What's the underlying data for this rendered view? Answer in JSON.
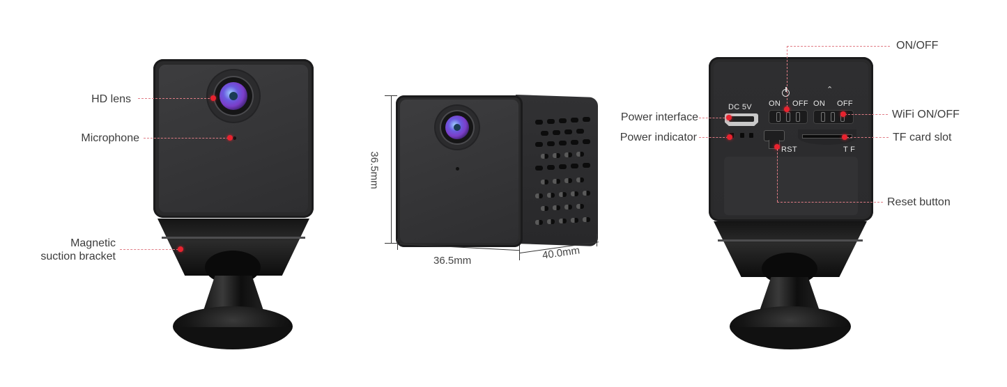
{
  "figure": {
    "type": "product-annotation-diagram",
    "subject": "mini cube WiFi camera with magnetic bracket"
  },
  "front_view": {
    "callouts": [
      {
        "id": "hd-lens",
        "label": "HD lens"
      },
      {
        "id": "microphone",
        "label": "Microphone"
      },
      {
        "id": "magnetic-bracket",
        "label_line1": "Magnetic",
        "label_line2": "suction bracket"
      }
    ]
  },
  "dimension_view": {
    "height": "36.5mm",
    "width": "36.5mm",
    "depth": "40.0mm"
  },
  "back_view": {
    "panel_text": {
      "dc": "DC 5V",
      "power_switch_on": "ON",
      "power_switch_off": "OFF",
      "wifi_switch_on": "ON",
      "wifi_switch_off": "OFF",
      "rst": "RST",
      "tf": "T F"
    },
    "icons": {
      "power": "power-icon",
      "wifi": "wifi-icon"
    },
    "callouts": [
      {
        "id": "on-off",
        "label": "ON/OFF"
      },
      {
        "id": "power-interface",
        "label": "Power interface"
      },
      {
        "id": "wifi-on-off",
        "label": "WiFi ON/OFF"
      },
      {
        "id": "power-indicator",
        "label": "Power indicator"
      },
      {
        "id": "tf-card-slot",
        "label": "TF card slot"
      },
      {
        "id": "reset-button",
        "label": "Reset button"
      }
    ]
  },
  "colors": {
    "callout_dot": "#e8232f",
    "callout_line": "#e07c85",
    "label_text": "#3c3c3c",
    "camera_body": "#2a2a2b",
    "background": "#ffffff"
  }
}
